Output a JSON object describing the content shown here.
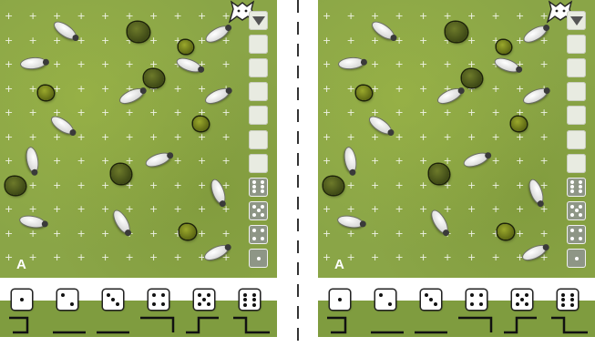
{
  "boards": [
    {
      "label": "A",
      "track": {
        "empty_slots": 7,
        "dice_slots": [
          6,
          5,
          4,
          1
        ]
      },
      "movement_dice": [
        1,
        2,
        3,
        4,
        5,
        6
      ]
    },
    {
      "label": "A",
      "track": {
        "empty_slots": 7,
        "dice_slots": [
          6,
          5,
          4,
          1
        ]
      },
      "movement_dice": [
        1,
        2,
        3,
        4,
        5,
        6
      ]
    }
  ]
}
